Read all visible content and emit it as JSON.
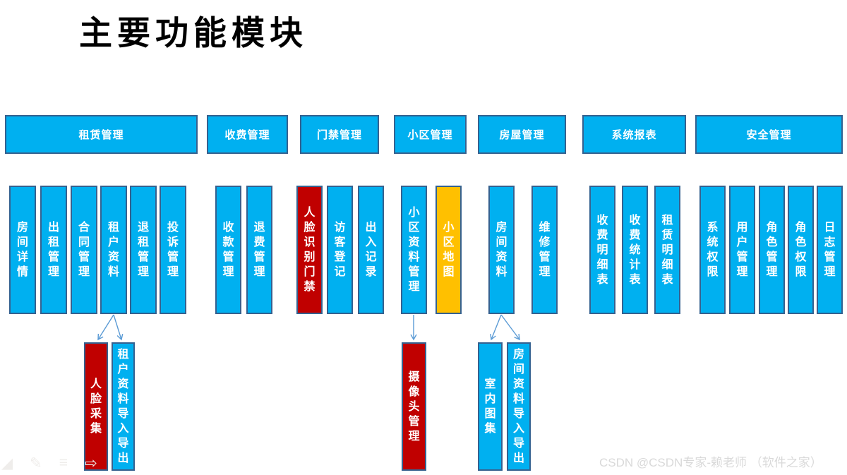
{
  "title": "主要功能模块",
  "watermark": "CSDN @CSDN专家-赖老师 （软件之家）",
  "colors": {
    "module_blue": "#00B0F0",
    "highlight_red": "#C00000",
    "highlight_orange": "#FFC000",
    "border_blue": "#35618F",
    "arrow_blue": "#5B9BD5",
    "title_black": "#000000",
    "watermark_gray": "#D9D9D9"
  },
  "groups": [
    {
      "header": "租赁管理",
      "items": [
        "房间详情",
        "出租管理",
        "合同管理",
        "租户资料",
        "退租管理",
        "投诉管理"
      ]
    },
    {
      "header": "收费管理",
      "items": [
        "收款管理",
        "退费管理"
      ]
    },
    {
      "header": "门禁管理",
      "items": [
        "人脸识别门禁",
        "访客登记",
        "出入记录"
      ]
    },
    {
      "header": "小区管理",
      "items": [
        "小区资料管理",
        "小区地图"
      ]
    },
    {
      "header": "房屋管理",
      "items": [
        "房间资料",
        "维修管理"
      ]
    },
    {
      "header": "系统报表",
      "items": [
        "收费明细表",
        "收费统计表",
        "租赁明细表"
      ]
    },
    {
      "header": "安全管理",
      "items": [
        "系统权限",
        "用户管理",
        "角色管理",
        "角色权限",
        "日志管理"
      ]
    }
  ],
  "sub_modules": [
    {
      "parent": "租户资料",
      "label": "人脸采集"
    },
    {
      "parent": "租户资料",
      "label": "租户资料导入导出"
    },
    {
      "parent": "小区资料管理",
      "label": "摄像头管理"
    },
    {
      "parent": "房间资料",
      "label": "室内图集"
    },
    {
      "parent": "房间资料",
      "label": "房间资料导入导出"
    }
  ],
  "footer_icons": [
    {
      "name": "corner-shape-icon",
      "glyph": "◢"
    },
    {
      "name": "pencil-icon",
      "glyph": "✎"
    },
    {
      "name": "list-icon",
      "glyph": "≡"
    },
    {
      "name": "arrow-icon",
      "glyph": "⇨"
    }
  ]
}
